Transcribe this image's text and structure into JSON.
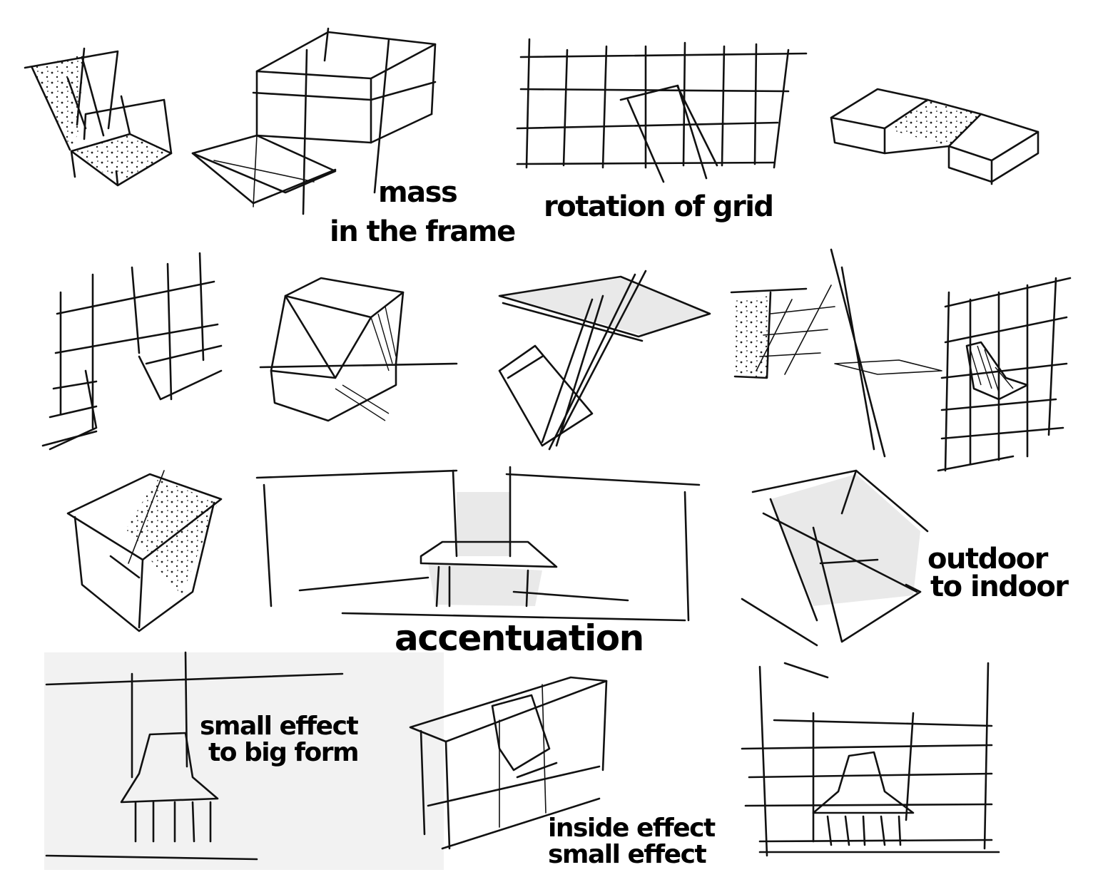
{
  "labels": {
    "mass_line1": "mass",
    "mass_line2": "in the frame",
    "rotation": "rotation of grid",
    "outdoor_line1": "outdoor",
    "outdoor_line2": "to indoor",
    "accentuation": "accentuation",
    "small_effect_line1": "small effect",
    "small_effect_line2": "to big form",
    "inside_effect_line1": "inside effect",
    "inside_effect_line2": "small effect"
  },
  "colors": {
    "ink": "#111111",
    "shade": "#e9e9e9",
    "paper": "#ffffff"
  }
}
